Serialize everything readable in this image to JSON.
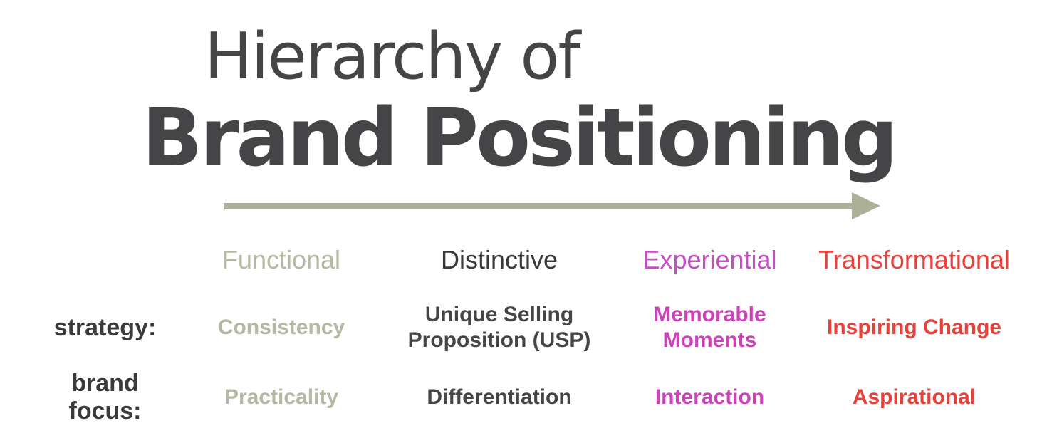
{
  "title": {
    "line1": "Hierarchy of",
    "line2": "Brand Positioning",
    "color": "#454547"
  },
  "arrow": {
    "direction": "right",
    "color": "#adb099"
  },
  "colors": {
    "dark": "#454547",
    "near_black": "#3a3a3c",
    "muted_olive": "#b5b8a2",
    "magenta_header": "#c44fc4",
    "magenta": "#cc43b8",
    "red": "#e5423c",
    "background": "#ffffff"
  },
  "table": {
    "row_labels": [
      "strategy:",
      "brand focus:"
    ],
    "row_label_color": "#3a3a3c",
    "columns": [
      {
        "header": "Functional",
        "strategy": "Consistency",
        "brand_focus": "Practicality",
        "header_color": "#b5b8a2",
        "value_color": "#b5b8a2"
      },
      {
        "header": "Distinctive",
        "strategy": "Unique Selling\nProposition (USP)",
        "brand_focus": "Differentiation",
        "header_color": "#3a3a3c",
        "value_color": "#454547"
      },
      {
        "header": "Experiential",
        "strategy": "Memorable\nMoments",
        "brand_focus": "Interaction",
        "header_color": "#c44fc4",
        "value_color": "#cc43b8"
      },
      {
        "header": "Transformational",
        "strategy": "Inspiring Change",
        "brand_focus": "Aspirational",
        "header_color": "#e5423c",
        "value_color": "#e5423c"
      }
    ]
  }
}
